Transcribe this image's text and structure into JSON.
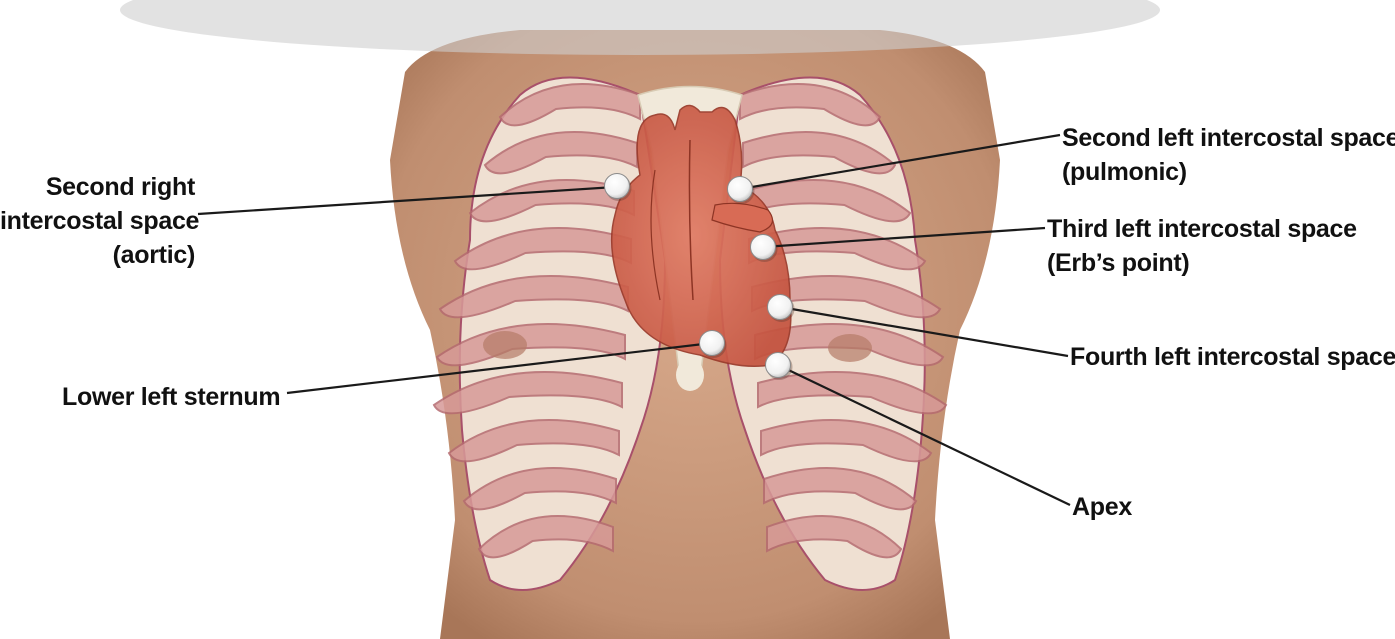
{
  "watermark": {
    "text": ""
  },
  "labels": {
    "aortic": [
      "Second right",
      "intercostal space",
      "(aortic)"
    ],
    "pulmonic": [
      "Second left intercostal space",
      "(pulmonic)"
    ],
    "erbs": [
      "Third left intercostal space",
      "(Erb’s point)"
    ],
    "fourth": [
      "Fourth left intercostal space"
    ],
    "sternum": [
      "Lower left sternum"
    ],
    "apex": [
      "Apex"
    ]
  },
  "colors": {
    "skin": "#c9987a",
    "rib_fill": "#e6b9b4",
    "rib_outline": "#b04a5a",
    "cartilage": "#efe6d6",
    "heart": "#d66a55",
    "leader_line": "#1a1a1a",
    "auscultation_point": "#ffffff"
  }
}
